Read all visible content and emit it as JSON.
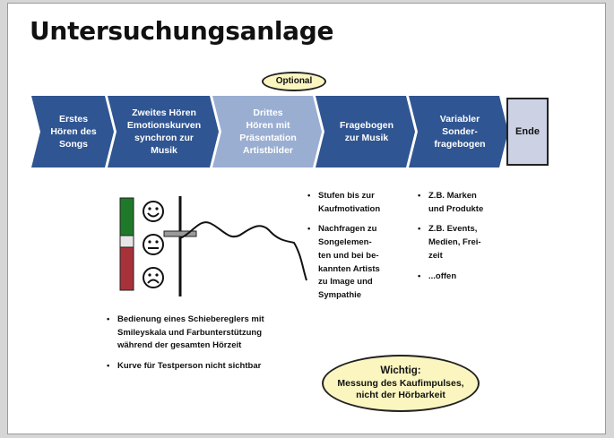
{
  "slide": {
    "title": "Untersuchungsanlage",
    "optional_label": "Optional",
    "process": [
      {
        "label": "Erstes\nHören des\nSongs",
        "color": "#2f5592"
      },
      {
        "label": "Zweites Hören\nEmotionskurven\nsynchron zur\nMusik",
        "color": "#2f5592"
      },
      {
        "label": "Drittes\nHören mit\nPräsentation\nArtistbilder",
        "color": "#9aaed2"
      },
      {
        "label": "Fragebogen\nzur Musik",
        "color": "#2f5592"
      },
      {
        "label": "Variabler\nSonder-\nfragebogen",
        "color": "#2f5592"
      }
    ],
    "end_label": "Ende",
    "left_bullets": [
      "Bedienung eines Schiebereglers mit\nSmileyskala und Farbunterstützung\nwährend der gesamten Hörzeit",
      "Kurve für Testperson nicht sichtbar"
    ],
    "middle_bullets": [
      "Stufen bis zur\nKaufmotivation",
      "Nachfragen zu\nSongelemen-\nten und bei be-\nkannten Artists\nzu Image und\nSympathie"
    ],
    "right_bullets": [
      "Z.B. Marken\nund Produkte",
      "Z.B. Events,\nMedien, Frei-\nzeit",
      "...offen"
    ],
    "callout": {
      "headline": "Wichtig:",
      "text": "Messung des Kaufimpulses,\nnicht der Hörbarkeit"
    },
    "colors": {
      "arrow_dark": "#2f5592",
      "arrow_light": "#9aaed2",
      "end_box": "#ccd2e4",
      "callout_fill": "#fbf6c0",
      "scale_green": "#1e7a2a",
      "scale_red": "#a8323a"
    },
    "icons": [
      "smiley-happy-icon",
      "smiley-neutral-icon",
      "smiley-sad-icon"
    ]
  }
}
